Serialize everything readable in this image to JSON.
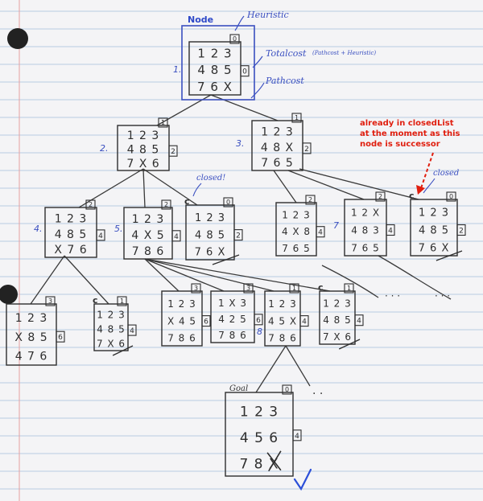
{
  "colors": {
    "paper": "#f4f4f6",
    "rule": "#b9cde3",
    "margin_rule": "#e6a0a0",
    "ink": "#2e2e2e",
    "blue_ink": "#3a4fc0",
    "red": "#e01e0e",
    "check": "#2b4fd8"
  },
  "labels": {
    "node": "Node",
    "heuristic": "Heuristic",
    "totalcost": "Totalcost",
    "totalcost_detail": "(Pathcost + Heuristic)",
    "pathcost": "Pathcost",
    "closed": "closed!",
    "closed2": "closed",
    "goal": "Goal",
    "dots": "· · ·",
    "dots2": "· ·",
    "annotation_line1": "already in closedList",
    "annotation_line2": "at the moment as this",
    "annotation_line3": "node is successor"
  },
  "nodes": {
    "root": {
      "rows": [
        "1 2 3",
        "4 8 5",
        "7 6 X"
      ],
      "heuristic": "0",
      "total": "0",
      "index": "1."
    },
    "n2": {
      "rows": [
        "1 2 3",
        "4 8 5",
        "7 X 6"
      ],
      "heuristic": "1",
      "total": "2",
      "index": "2."
    },
    "n3": {
      "rows": [
        "1 2 3",
        "4 8 X",
        "7 6 5"
      ],
      "heuristic": "1",
      "total": "2",
      "index": "3."
    },
    "n4": {
      "rows": [
        "1 2 3",
        "4 8 5",
        "X 7 6"
      ],
      "heuristic": "2",
      "total": "4",
      "index": "4."
    },
    "n5": {
      "rows": [
        "1 2 3",
        "4 X 5",
        "7 8 6"
      ],
      "heuristic": "2",
      "total": "4",
      "index": "5."
    },
    "n6": {
      "rows": [
        "1 2 3",
        "4 8 5",
        "7 6 X"
      ],
      "heuristic": "0",
      "total": "2",
      "marker": "c"
    },
    "n7": {
      "rows": [
        "1 2 3",
        "4 X 8",
        "7 6 5"
      ],
      "heuristic": "2",
      "total": "4"
    },
    "n8": {
      "rows": [
        "1 2 X",
        "4 8 3",
        "7 6 5"
      ],
      "heuristic": "2",
      "total": "4",
      "index": "7"
    },
    "n9": {
      "rows": [
        "1 2 3",
        "4 8 5",
        "7 6 X"
      ],
      "heuristic": "0",
      "total": "2",
      "marker": "c"
    },
    "n10": {
      "rows": [
        "1 2 3",
        "X 8 5",
        "4 7 6"
      ],
      "heuristic": "3",
      "total": "6"
    },
    "n11": {
      "rows": [
        "1 2 3",
        "4 8 5",
        "7 X 6"
      ],
      "heuristic": "1",
      "total": "4",
      "marker": "c"
    },
    "n12": {
      "rows": [
        "1 2 3",
        "X 4 5",
        "7 8 6"
      ],
      "heuristic": "3",
      "total": "6"
    },
    "n13": {
      "rows": [
        "1 X 3",
        "4 2 5",
        "7 8 6"
      ],
      "heuristic": "3",
      "total": "6"
    },
    "n14": {
      "rows": [
        "1 2 3",
        "4 5 X",
        "7 8 6"
      ],
      "heuristic": "1",
      "total": "4",
      "index": "8"
    },
    "n15": {
      "rows": [
        "1 2 3",
        "4 8 5",
        "7 X 6"
      ],
      "heuristic": "1",
      "total": "4",
      "marker": "c"
    },
    "goal": {
      "rows": [
        "1 2 3",
        "4 5 6",
        "7 8 X"
      ],
      "heuristic": "0",
      "total": "4"
    }
  }
}
